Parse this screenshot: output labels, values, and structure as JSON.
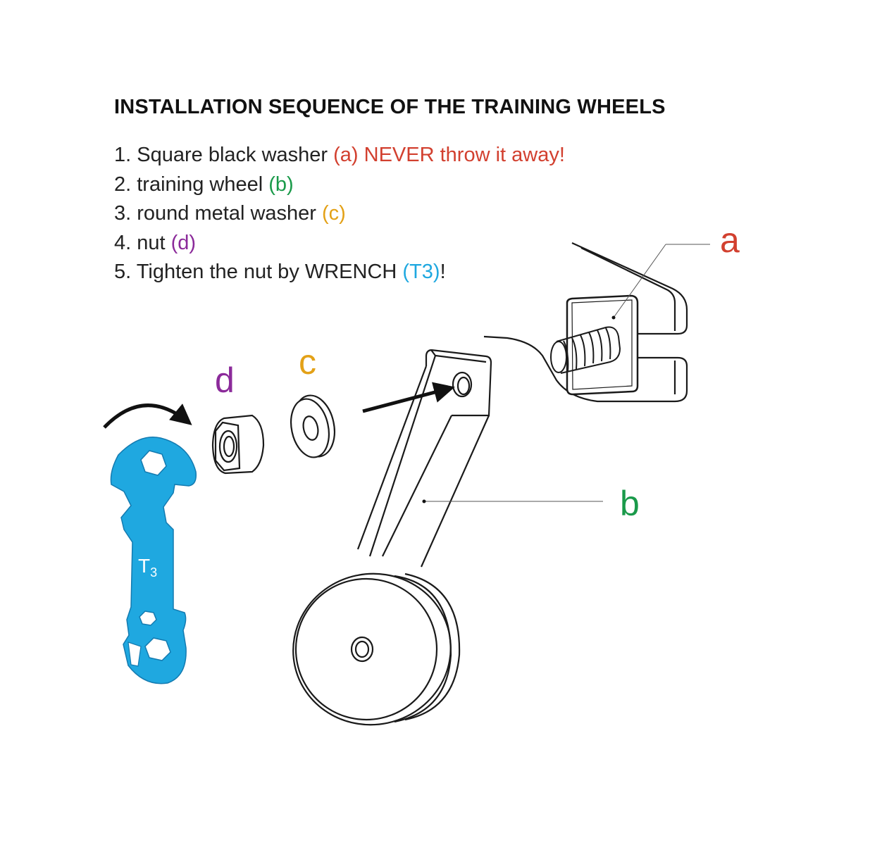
{
  "title": "INSTALLATION SEQUENCE OF THE TRAINING WHEELS",
  "steps": [
    {
      "num": "1.",
      "text": "Square black washer ",
      "ref": "(a)",
      "extra": " NEVER throw it away!",
      "tail": ""
    },
    {
      "num": "2.",
      "text": "training wheel ",
      "ref": "(b)",
      "extra": "",
      "tail": ""
    },
    {
      "num": "3.",
      "text": "round metal washer ",
      "ref": "(c)",
      "extra": "",
      "tail": ""
    },
    {
      "num": "4.",
      "text": "nut ",
      "ref": "(d)",
      "extra": "",
      "tail": ""
    },
    {
      "num": "5.",
      "text": "Tighten the nut by WRENCH ",
      "ref": "(T3)",
      "extra": "",
      "tail": "!"
    }
  ],
  "labels": {
    "a": "a",
    "b": "b",
    "c": "c",
    "d": "d",
    "wrench_t": "T",
    "wrench_sub": "3"
  },
  "colors": {
    "a": "#d2402f",
    "b": "#1a9a4a",
    "c": "#e3a117",
    "d": "#8b2a9a",
    "wrench": "#1fa8e0"
  }
}
